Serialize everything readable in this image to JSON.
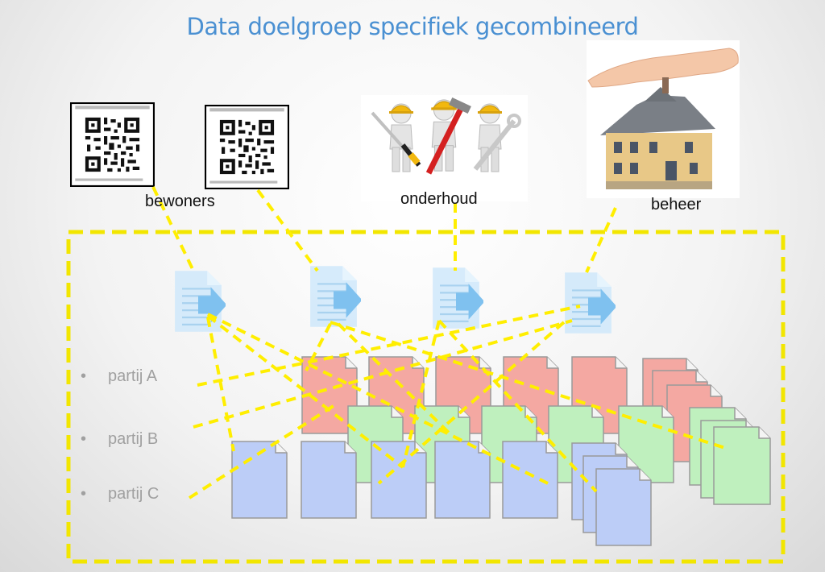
{
  "title": "Data doelgroep specifiek gecombineerd",
  "groups": [
    {
      "key": "bewoners",
      "label": "bewoners"
    },
    {
      "key": "onderhoud",
      "label": "onderhoud"
    },
    {
      "key": "beheer",
      "label": "beheer"
    }
  ],
  "parties": [
    {
      "label": "partij A",
      "bullet": "•",
      "color": "#f4a8a2"
    },
    {
      "label": "partij B",
      "bullet": "•",
      "color": "#bff0be"
    },
    {
      "label": "partij C",
      "bullet": "•",
      "color": "#bccdf7"
    }
  ],
  "colors": {
    "connector": "#ffee00",
    "frame": "#f2e600",
    "document_icon": "#c6e3f7",
    "arrow": "#7fc1ef"
  },
  "icons": [
    "qr-code-icon",
    "workers-tools-icon",
    "house-hand-icon",
    "document-arrow-icon"
  ]
}
